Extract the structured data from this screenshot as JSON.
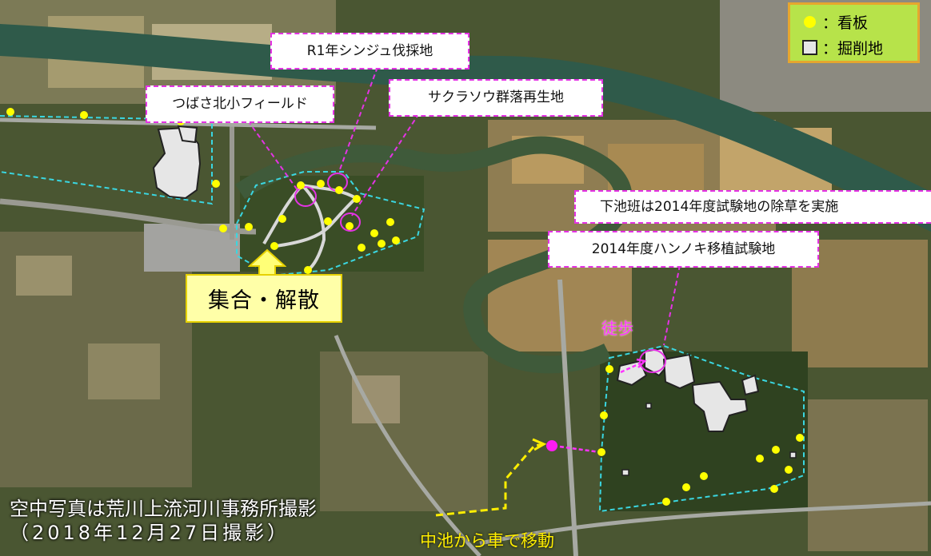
{
  "legend": {
    "signboard_label": "：看板",
    "excavation_label": "：掘削地",
    "signboard_color": "#ffff00",
    "excavation_color": "#e6e6e6"
  },
  "callouts": {
    "r1": "R1年シンジュ伐採地",
    "tsukuba": "つばさ北小フィールド",
    "sakurasou": "サクラソウ群落再生地",
    "shimoike": "下池班は2014年度試験地の除草を実施",
    "trial_2014": "2014年度ハンノキ移植試験地"
  },
  "assembly": "集合・解散",
  "walk": "徒歩",
  "car": "中池から車で移動",
  "credit": {
    "line1": "空中写真は荒川上流河川事務所撮影",
    "line2": "（2018年12月27日撮影）"
  },
  "colors": {
    "callout_border": "#e433e4",
    "boundary": "#3ad6e0",
    "route_car": "#ffee00",
    "route_walk": "#ff33ff",
    "river": "#2f5a4a"
  }
}
